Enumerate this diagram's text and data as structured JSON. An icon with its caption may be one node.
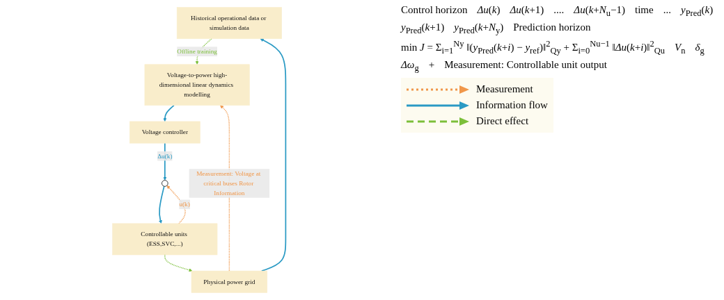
{
  "diagram": {
    "nodes": [
      {
        "text": [
          "Historical operational data or simulation data"
        ]
      },
      {
        "text": [
          "Voltage-to-power high-dimensional linear dynamics modelling"
        ]
      },
      {
        "text": [
          "Voltage controller"
        ]
      },
      {
        "text": [],
        "shape": "circle"
      },
      {
        "text": [
          "Controllable units (ESS,SVC,...)"
        ]
      },
      {
        "text": [
          "Physical power grid"
        ]
      }
    ],
    "edges": [
      {
        "from": 0,
        "to": 1,
        "arrow": "to",
        "label": "Offline training",
        "style": "dashed",
        "color": "#7cbf3a"
      },
      {
        "from": 1,
        "to": 2,
        "arrow": "to"
      },
      {
        "from": 2,
        "to": 3,
        "arrow": "to",
        "label": "Δu(k)"
      },
      {
        "from": 3,
        "to": 4,
        "arrow": "to"
      },
      {
        "from": 4,
        "to": 3,
        "arrow": "to",
        "label": "u(k)",
        "style": "dashed",
        "color": "#f0974a"
      },
      {
        "from": 4,
        "to": 5,
        "arrow": "to",
        "style": "dashed",
        "color": "#7cbf3a"
      },
      {
        "from": 5,
        "to": 1,
        "arrow": "to",
        "label": "Measurement: Voltage at critical buses Rotor Information",
        "style": "dashed",
        "color": "#f0974a"
      },
      {
        "from": 5,
        "to": 0,
        "arrow": "to"
      }
    ],
    "labels": [
      "Control horizon",
      "*Δu*(*k*)",
      "*Δu*(*k*+1)",
      "....",
      "*Δu*(*k*+*N*$_{u}$−1)",
      "time",
      "...",
      "*y*$_{Pred}$(*k*)",
      "*y*$_{Pred}$(*k*+1)",
      "*y*$_{Pred}$(*k*+*N*$_{y}$)",
      "Prediction horizon",
      "min *J* = Σ$_{i=1}$$^{Ny}$ ‖(*y*$_{Pred}$(*k*+*i*) − *y*$_{ref}$)‖$^{2}$$_{Qy}$ + Σ$_{i=0}$$^{Nu−1}$ ‖*Δu*(*k*+*i*)‖$^{2}$$_{Qu}$",
      "*V*$_{n}$",
      "*δ*$_{g}$",
      "*Δω*$_{g}$",
      "+",
      "Measurement: Controllable unit output"
    ],
    "legend": [
      {
        "text": "Measurement"
      },
      {
        "text": "Information flow"
      },
      {
        "text": "Direct effect"
      }
    ]
  }
}
